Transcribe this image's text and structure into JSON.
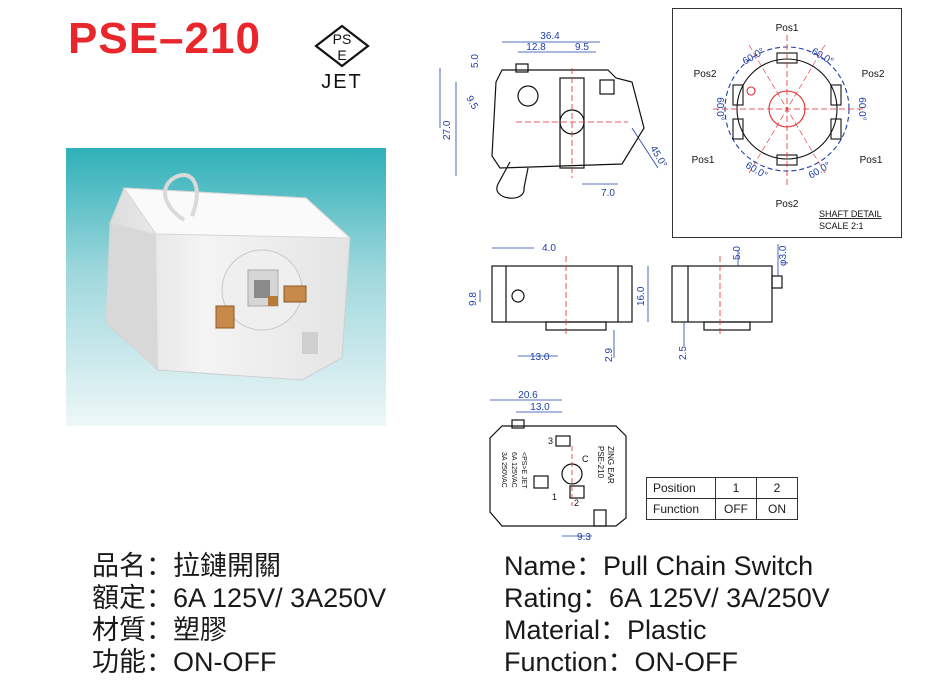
{
  "header": {
    "title": "PSE–210",
    "logo": {
      "top": "PS",
      "middle": "E",
      "bottom": "JET"
    }
  },
  "front_view": {
    "dims": [
      "36.4",
      "12.8",
      "9.5",
      "5.0",
      "9.5",
      "27.0",
      "45.0°",
      "7.0"
    ]
  },
  "shaft_detail": {
    "labels": [
      "Pos1",
      "Pos2",
      "Pos2",
      "Pos1",
      "Pos1",
      "Pos2"
    ],
    "angles": [
      "60.0°",
      "60.0°",
      "60.0°",
      "60.0°",
      "60.0°",
      "60.0°"
    ],
    "caption": "SHAFT DETAIL",
    "scale": "SCALE  2:1"
  },
  "side_view_1": {
    "dims": [
      "4.0",
      "9.8",
      "16.0",
      "13.0",
      "2.9"
    ]
  },
  "side_view_2": {
    "dims": [
      "5.0",
      "φ3.0",
      "2.5"
    ]
  },
  "bottom_view": {
    "dims": [
      "20.6",
      "13.0",
      "9.3"
    ],
    "marking": [
      "ZING EAR",
      "PSE-210",
      "<PS>E JET",
      "6A 125VAC",
      "3A 250VAC"
    ],
    "terminals": [
      "3",
      "C",
      "1",
      "2"
    ]
  },
  "position_table": {
    "rows": [
      {
        "label": "Position",
        "c1": "1",
        "c2": "2"
      },
      {
        "label": "Function",
        "c1": "OFF",
        "c2": "ON"
      }
    ]
  },
  "specs_cn": [
    "品名：拉鏈開關",
    "額定：6A 125V/ 3A250V",
    "材質：塑膠",
    "功能：ON-OFF"
  ],
  "specs_en": [
    "Name：Pull Chain Switch",
    "Rating：6A 125V/ 3A/250V",
    "Material：Plastic",
    "Function：ON-OFF"
  ],
  "colors": {
    "title": "#e8262b",
    "dim_blue": "#1e3fa8",
    "center_red": "#e8262b"
  }
}
